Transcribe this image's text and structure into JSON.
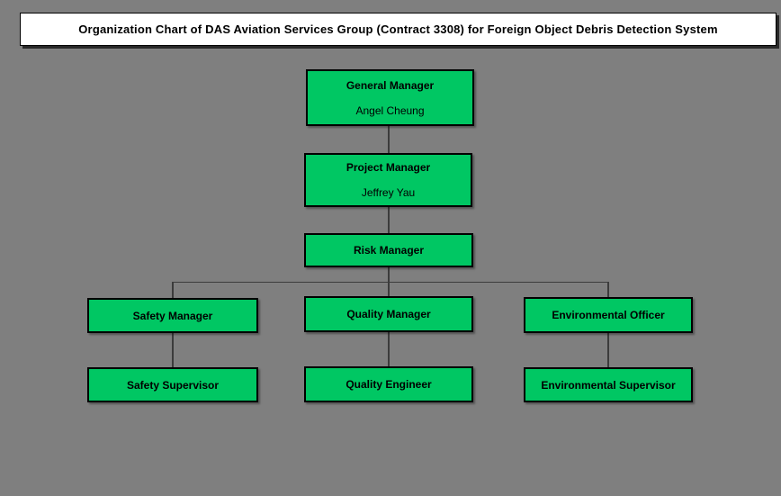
{
  "title": "Organization Chart of DAS Aviation Services Group (Contract 3308) for Foreign Object Debris Detection System",
  "colors": {
    "background": "#7F7F7F",
    "title_bg": "#FFFFFF",
    "title_text": "#000000",
    "node_fill": "#00C763",
    "node_border": "#000000",
    "node_text": "#000000",
    "connector": "#3C3C3C"
  },
  "nodes": {
    "general_manager": {
      "role": "General Manager",
      "person": "Angel Cheung"
    },
    "project_manager": {
      "role": "Project Manager",
      "person": "Jeffrey Yau"
    },
    "risk_manager": {
      "role": "Risk Manager"
    },
    "safety_manager": {
      "role": "Safety Manager"
    },
    "quality_manager": {
      "role": "Quality Manager"
    },
    "environmental_officer": {
      "role": "Environmental Officer"
    },
    "safety_supervisor": {
      "role": "Safety Supervisor"
    },
    "quality_engineer": {
      "role": "Quality Engineer"
    },
    "environmental_supervisor": {
      "role": "Environmental Supervisor"
    }
  },
  "hierarchy": [
    {
      "from": "General Manager",
      "to": "Project Manager"
    },
    {
      "from": "Project Manager",
      "to": "Risk Manager"
    },
    {
      "from": "Risk Manager",
      "to": "Safety Manager"
    },
    {
      "from": "Risk Manager",
      "to": "Quality Manager"
    },
    {
      "from": "Risk Manager",
      "to": "Environmental Officer"
    },
    {
      "from": "Safety Manager",
      "to": "Safety Supervisor"
    },
    {
      "from": "Quality Manager",
      "to": "Quality Engineer"
    },
    {
      "from": "Environmental Officer",
      "to": "Environmental Supervisor"
    }
  ]
}
